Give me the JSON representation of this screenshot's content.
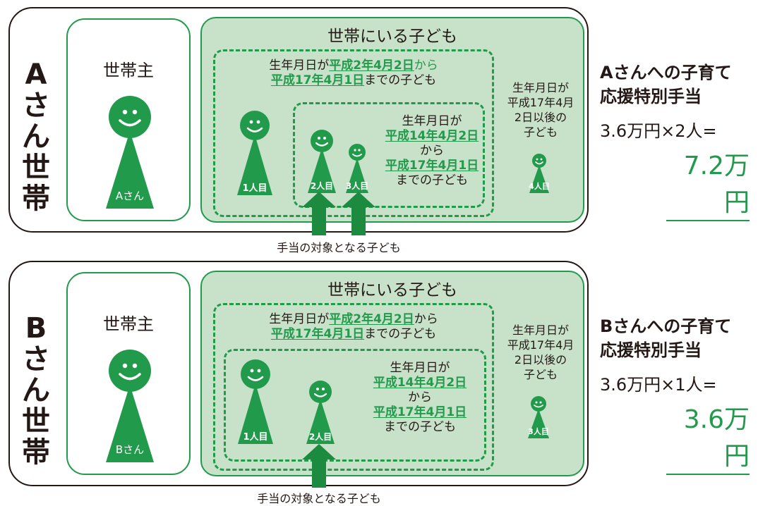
{
  "household_a": {
    "label_chars": [
      "A",
      "さ",
      "ん",
      "世",
      "帯"
    ],
    "head_title": "世帯主",
    "head_figure_label": "Aさん",
    "kids_title": "世帯にいる子ども",
    "outer_range_line1_pre": "生年月日が",
    "outer_range_start": "平成2年4月2日",
    "outer_range_line1_post": "から",
    "outer_range_end": "平成17年4月1日",
    "outer_range_line2_post": "までの子ども",
    "inner_range_line1": "生年月日が",
    "inner_range_start": "平成14年4月2日",
    "inner_range_mid": "から",
    "inner_range_end": "平成17年4月1日",
    "inner_range_post": "までの子ども",
    "side_text": [
      "生年月日が",
      "平成17年4月",
      "2日以後の",
      "子ども"
    ],
    "child1_label": "1人目",
    "child2_label": "2人目",
    "child3_label": "3人目",
    "child4_label": "4人目",
    "target_caption": "手当の対象となる子ども",
    "result_title_line1": "Aさんへの子育て",
    "result_title_line2": "応援特別手当",
    "calc": "3.6万円×2人=",
    "amount": "7.2万円"
  },
  "household_b": {
    "label_chars": [
      "B",
      "さ",
      "ん",
      "世",
      "帯"
    ],
    "head_title": "世帯主",
    "head_figure_label": "Bさん",
    "kids_title": "世帯にいる子ども",
    "outer_range_line1_pre": "生年月日が",
    "outer_range_start": "平成2年4月2日",
    "outer_range_line1_post": "から",
    "outer_range_end": "平成17年4月1日",
    "outer_range_line2_post": "までの子ども",
    "inner_range_line1": "生年月日が",
    "inner_range_start": "平成14年4月2日",
    "inner_range_mid": "から",
    "inner_range_end": "平成17年4月1日",
    "inner_range_post": "までの子ども",
    "side_text": [
      "生年月日が",
      "平成17年4月",
      "2日以後の",
      "子ども"
    ],
    "child1_label": "1人目",
    "child2_label": "2人目",
    "child3_label": "3人目",
    "target_caption": "手当の対象となる子ども",
    "result_title_line1": "Bさんへの子育て",
    "result_title_line2": "応援特別手当",
    "calc": "3.6万円×1人=",
    "amount": "3.6万円"
  },
  "colors": {
    "green": "#219b4b",
    "light_green": "#c8e2ca",
    "text": "#231815"
  },
  "icons": {
    "person": "person-figure-icon",
    "arrow": "up-arrow-icon"
  }
}
